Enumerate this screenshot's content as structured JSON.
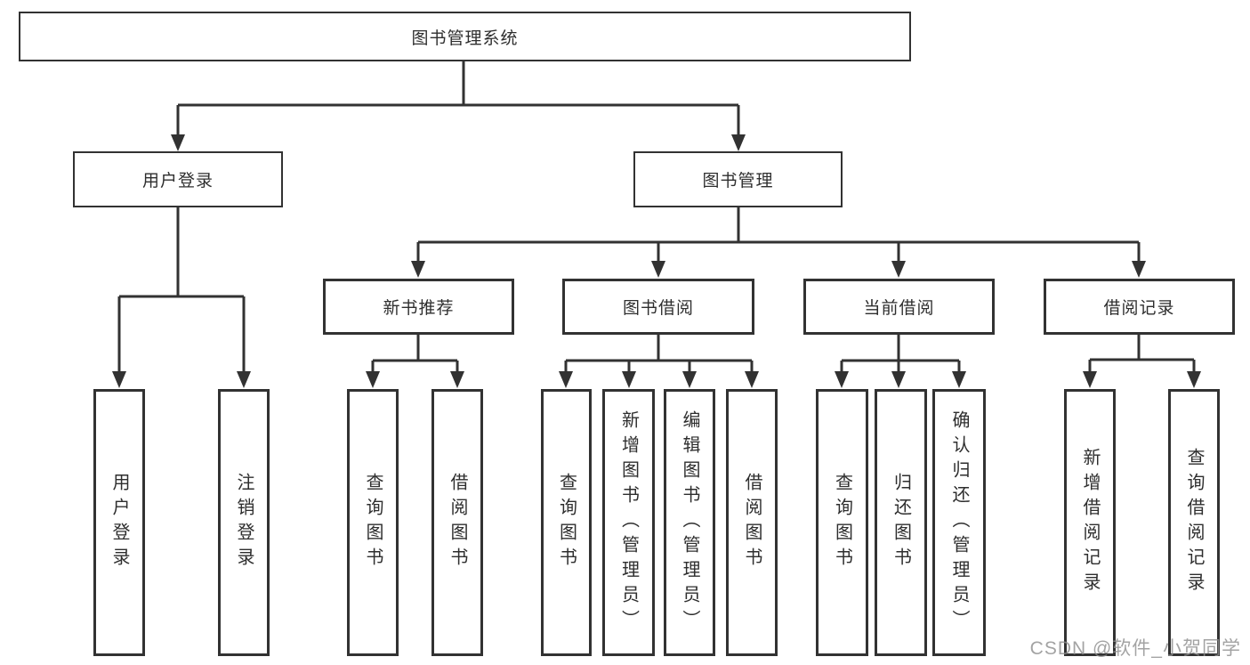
{
  "tree": {
    "label": "图书管理系统",
    "children": [
      {
        "label": "用户登录",
        "children": [
          {
            "label": "用户登录"
          },
          {
            "label": "注销登录"
          }
        ]
      },
      {
        "label": "图书管理",
        "children": [
          {
            "label": "新书推荐",
            "children": [
              {
                "label": "查询图书"
              },
              {
                "label": "借阅图书"
              }
            ]
          },
          {
            "label": "图书借阅",
            "children": [
              {
                "label": "查询图书"
              },
              {
                "label": "新增图书（管理员）"
              },
              {
                "label": "编辑图书（管理员）"
              },
              {
                "label": "借阅图书"
              }
            ]
          },
          {
            "label": "当前借阅",
            "children": [
              {
                "label": "查询图书"
              },
              {
                "label": "归还图书"
              },
              {
                "label": "确认归还（管理员）"
              }
            ]
          },
          {
            "label": "借阅记录",
            "children": [
              {
                "label": "新增借阅记录"
              },
              {
                "label": "查询借阅记录"
              }
            ]
          }
        ]
      }
    ]
  },
  "watermark": {
    "text": "CSDN @软件_小贺同学"
  },
  "colors": {
    "line": "#323232",
    "box_border": "#323232",
    "text": "#2e2e2e",
    "watermark": "#8f8f8f",
    "background": "#ffffff"
  }
}
